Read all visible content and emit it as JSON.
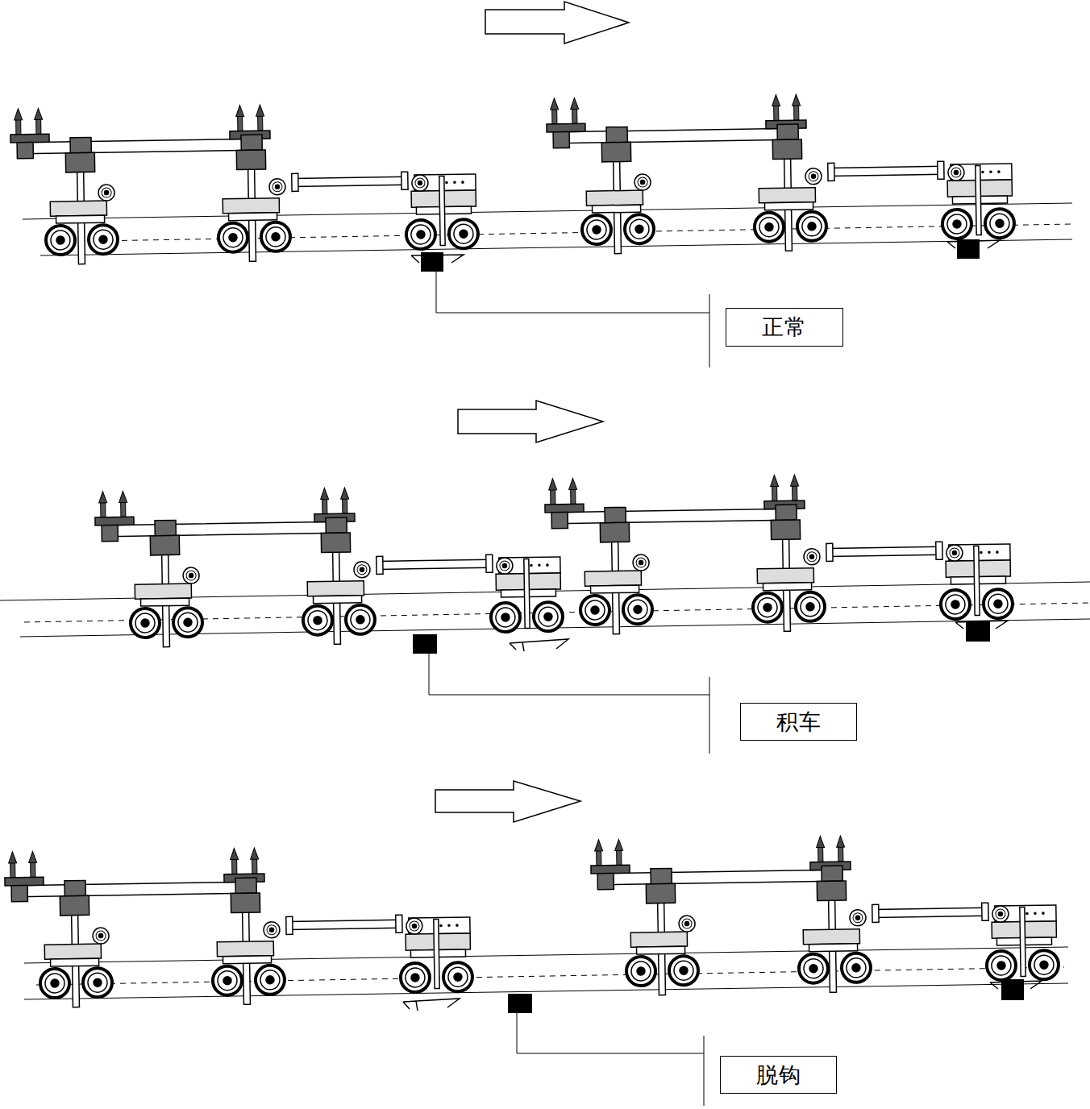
{
  "diagram": {
    "nodes": [
      {
        "text": [
          "正常"
        ]
      },
      {
        "text": [
          "积车"
        ]
      },
      {
        "text": [
          "脱钩"
        ]
      }
    ]
  }
}
